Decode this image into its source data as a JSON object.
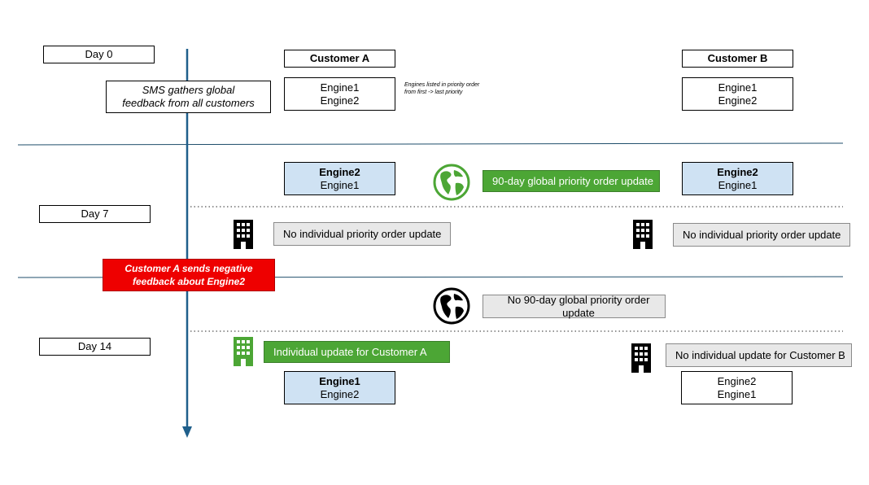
{
  "days": {
    "day0": "Day 0",
    "day7": "Day 7",
    "day14": "Day 14"
  },
  "customers": {
    "a": "Customer A",
    "b": "Customer B"
  },
  "sms_note": {
    "line1": "SMS gathers global",
    "line2": "feedback from all customers"
  },
  "engines_note": "Engines listed in priority order from first -> last priority",
  "day0_lists": {
    "a": [
      "Engine1",
      "Engine2"
    ],
    "b": [
      "Engine1",
      "Engine2"
    ]
  },
  "day7_lists": {
    "a": [
      "Engine2",
      "Engine1"
    ],
    "b": [
      "Engine2",
      "Engine1"
    ]
  },
  "day14_lists": {
    "a": [
      "Engine1",
      "Engine2"
    ],
    "b": [
      "Engine2",
      "Engine1"
    ]
  },
  "labels": {
    "global_update": "90-day global priority order update",
    "no_individual_a": "No individual priority order update",
    "no_individual_b": "No individual priority order update",
    "negative_feedback_line1": "Customer A sends negative",
    "negative_feedback_line2": "feedback about Engine2",
    "no_global_update": "No 90-day global priority order update",
    "individual_update_a": "Individual update for Customer A",
    "no_individual_update_b": "No individual update for Customer B"
  },
  "colors": {
    "timeline": "#1f5f8b",
    "update_green": "#4ca635",
    "alert_red": "#ee0000",
    "highlight_blue": "#cfe2f3",
    "neutral_grey": "#e8e8e8"
  },
  "icons": {
    "globe_green": "globe-americas-icon",
    "globe_black": "globe-americas-icon",
    "building": "office-building-icon"
  }
}
